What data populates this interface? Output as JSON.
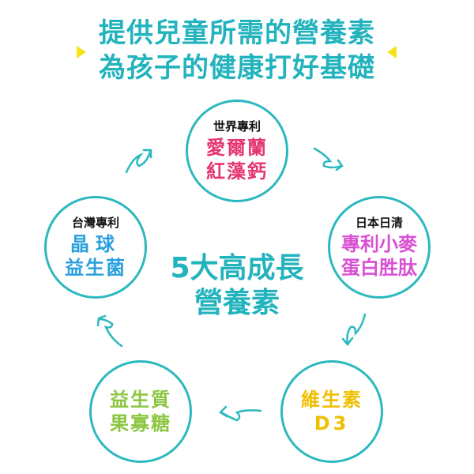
{
  "headline": {
    "line1": "提供兒童所需的營養素",
    "line2": "為孩子的健康打好基礎"
  },
  "center": {
    "line1": "5大高成長",
    "line2": "營養素"
  },
  "colors": {
    "teal": "#22b3bd",
    "pink": "#e5366e",
    "magenta": "#d94fd3",
    "blue": "#2aa0dc",
    "green": "#8cc63f",
    "yellow": "#f0bf00",
    "triangle": "#f5e31a"
  },
  "nutrients": [
    {
      "label": "世界專利",
      "line1": "愛爾蘭",
      "line2": "紅藻鈣"
    },
    {
      "label": "日本日清",
      "line1": "專利小麥",
      "line2": "蛋白胜肽"
    },
    {
      "label": "",
      "line1": "維生素",
      "line2": "D3"
    },
    {
      "label": "",
      "line1": "益生質",
      "line2": "果寡糖"
    },
    {
      "label": "台灣專利",
      "line1": "晶球",
      "line2": "益生菌"
    }
  ]
}
